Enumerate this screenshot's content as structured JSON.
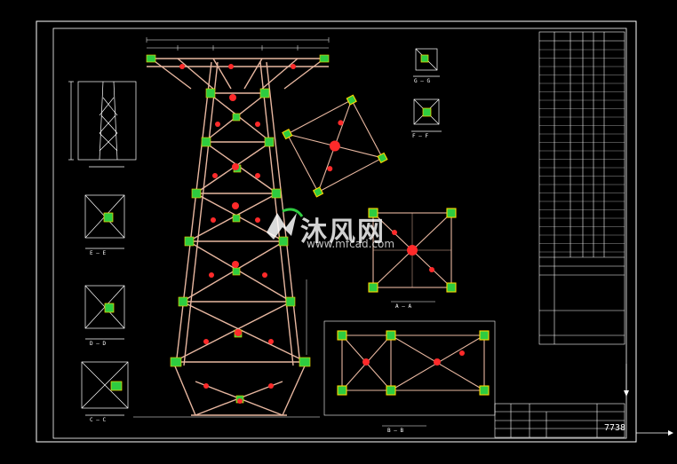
{
  "colors": {
    "background": "#000000",
    "frame": "#ffffff",
    "member": "#e8b7a0",
    "plate": "#ffd700",
    "bolt_mark": "#ff2a2a",
    "node": "#2ecc40",
    "dimension": "#ffffff"
  },
  "watermark": {
    "brand": "沐风网",
    "url": "www.mfcad.com",
    "logo_icon": "mf-logo-icon"
  },
  "section_labels": {
    "g": "G — G",
    "f": "F — F",
    "e": "E — E",
    "d": "D — D",
    "c": "C — C",
    "a": "A — A",
    "b": "B — B"
  },
  "sheet_number": "7738"
}
